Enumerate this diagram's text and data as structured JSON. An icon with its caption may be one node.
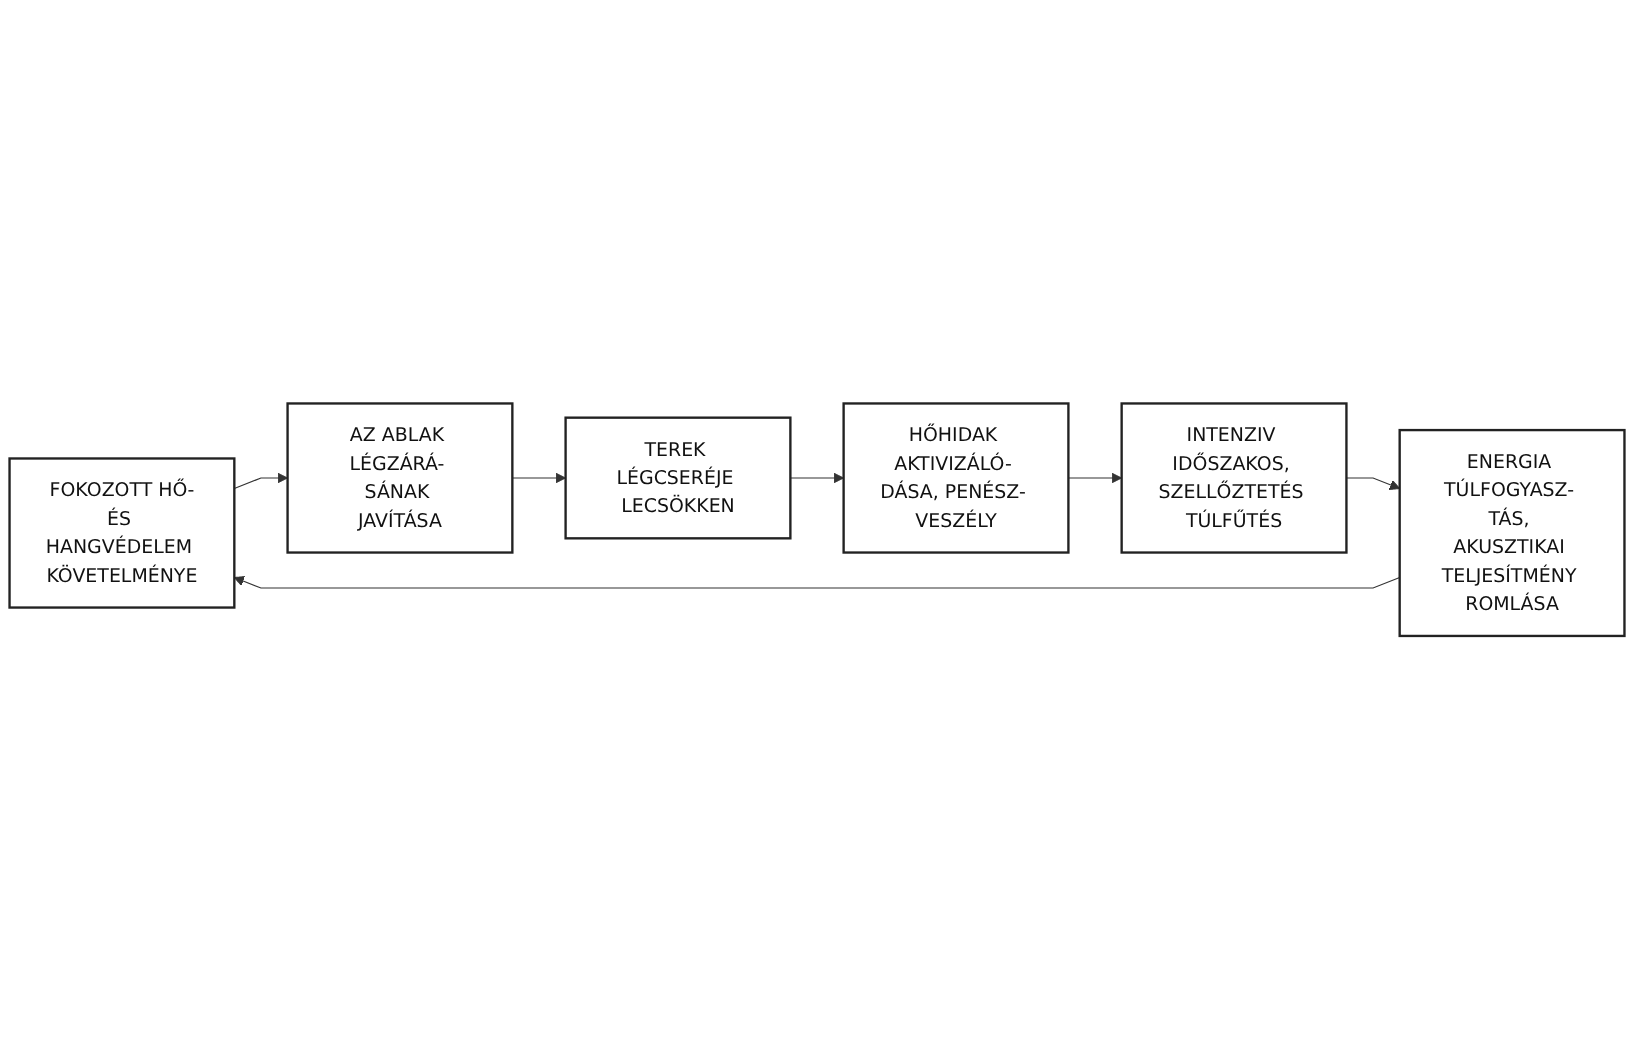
{
  "diagram": {
    "nodes": [
      {
        "text": [
          "FOKOZOTT HŐ-ÉS HANGVÉDELEM KÖVETELMÉNYE"
        ]
      },
      {
        "text": [
          "AZ ABLAK LÉGZÁRÁ- SÁNAK JAVÍTÁSA"
        ]
      },
      {
        "text": [
          "TEREK LÉGCSERÉJE LECSÖKKEN"
        ]
      },
      {
        "text": [
          "HŐHIDAK AKTIVIZÁLÓ- DÁSA, PENÉSZ- VESZÉLY"
        ]
      },
      {
        "text": [
          "INTENZIV IDŐSZAKOS, SZELLŐZTETÉS TÚLFŰTÉS"
        ]
      },
      {
        "text": [
          "ENERGIA TÚLFOGYASZ- TÁS, AKUSZTIKAI TELJESÍTMÉNY ROMLÁSA"
        ]
      }
    ],
    "edges": [
      {
        "from": 0,
        "to": 1,
        "arrow": "to"
      },
      {
        "from": 1,
        "to": 2,
        "arrow": "to"
      },
      {
        "from": 2,
        "to": 3,
        "arrow": "to"
      },
      {
        "from": 3,
        "to": 4,
        "arrow": "to"
      },
      {
        "from": 4,
        "to": 5,
        "arrow": "to"
      },
      {
        "from": 5,
        "to": 0,
        "arrow": "to"
      }
    ]
  }
}
